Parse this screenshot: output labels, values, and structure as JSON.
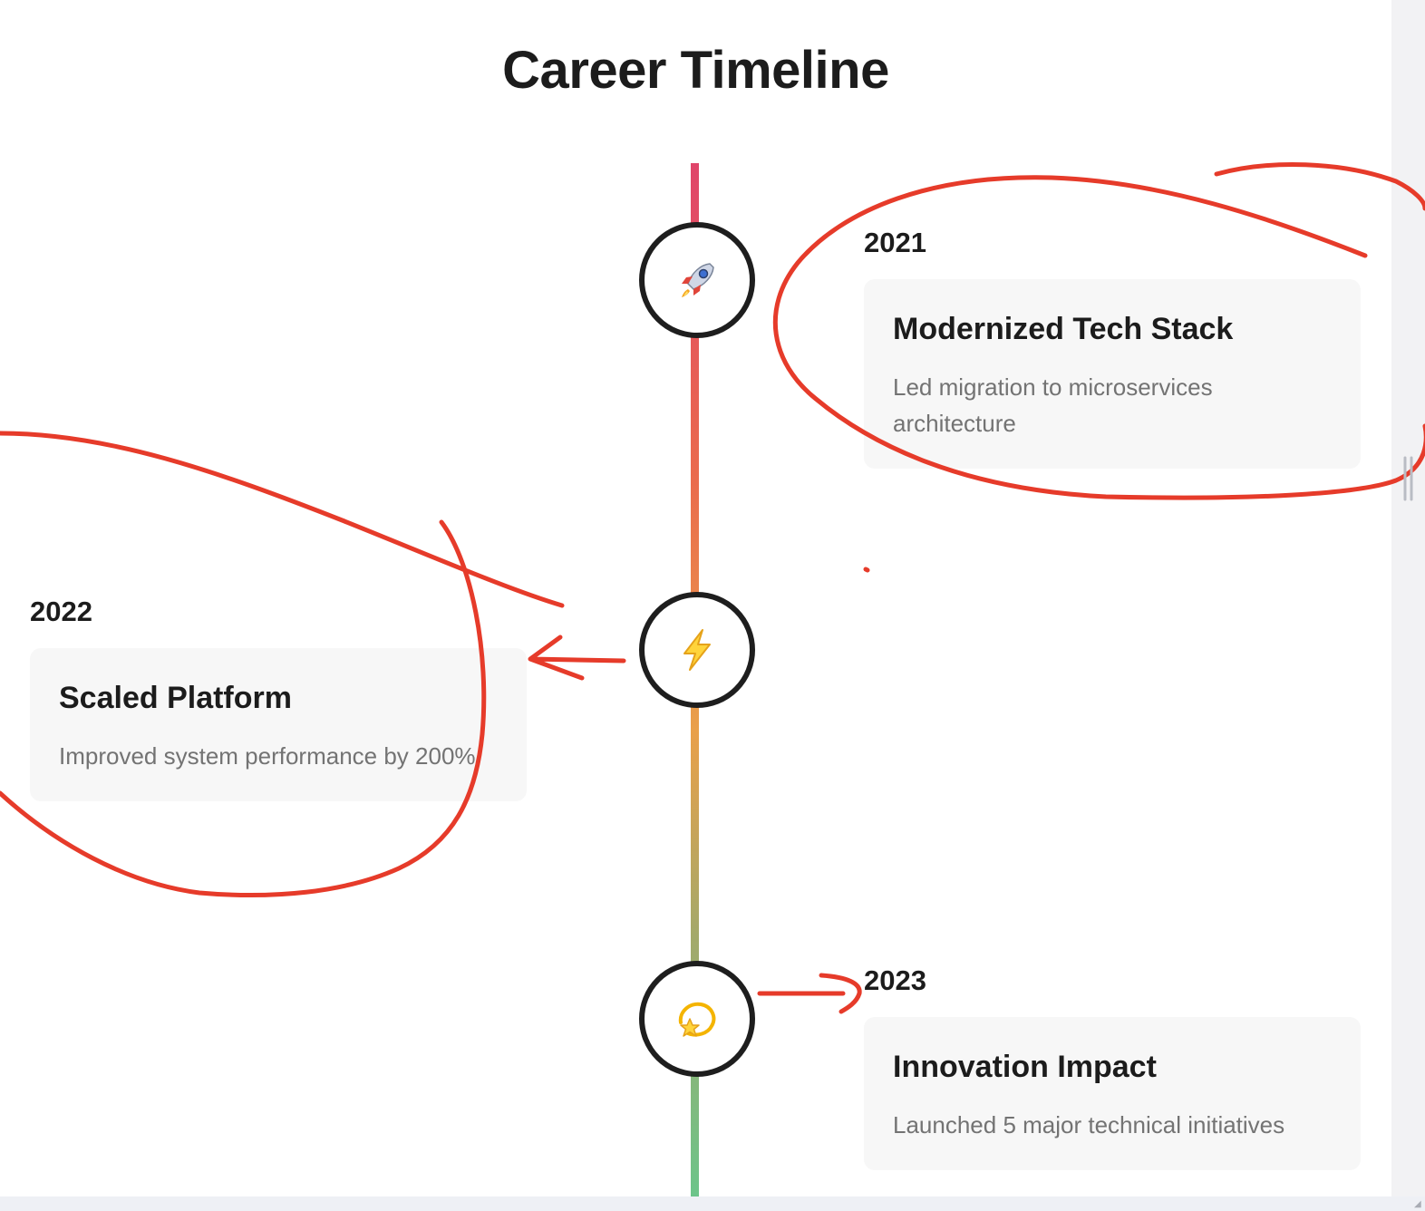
{
  "page": {
    "title": "Career Timeline"
  },
  "timeline": {
    "items": [
      {
        "year": "2021",
        "icon": "rocket-icon",
        "title": "Modernized Tech Stack",
        "description": "Led migration to microservices architecture"
      },
      {
        "year": "2022",
        "icon": "lightning-icon",
        "title": "Scaled Platform",
        "description": "Improved system performance by 200%"
      },
      {
        "year": "2023",
        "icon": "dizzy-star-icon",
        "title": "Innovation Impact",
        "description": "Launched 5 major technical initiatives"
      }
    ]
  },
  "colors": {
    "annotation": "#e63b2a",
    "line_top": "#e0456a",
    "line_bottom": "#6cc48a",
    "card_background": "#f7f7f7"
  }
}
